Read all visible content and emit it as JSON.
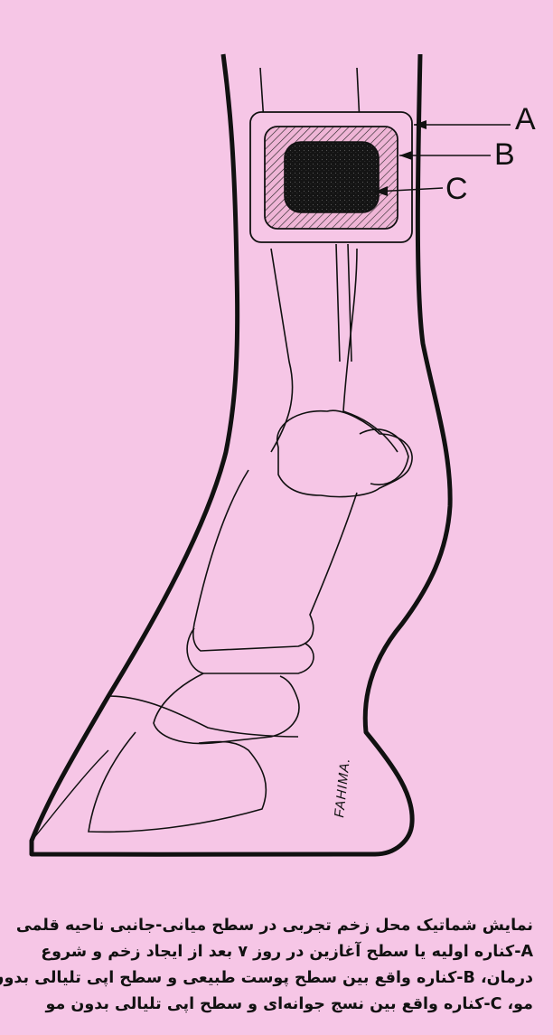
{
  "labels": {
    "a": "A",
    "b": "B",
    "c": "C"
  },
  "signature": "FAHIMA.",
  "caption": {
    "line1": "نمایش شماتیک محل زخم تجربی در سطح میانی-جانبی ناحیه قلمی",
    "line2": "A-کناره اولیه یا سطح آغازین در روز ۷ بعد از ایجاد زخم و شروع",
    "line3": "درمان، B-کناره واقع بین سطح پوست طبیعی و سطح اپی تلیالی بدون",
    "line4": "مو، C-کناره واقع بین نسج جوانه‌ای و سطح اپی تلیالی بدون مو"
  },
  "colors": {
    "background": "#f6c6e6",
    "ink": "#111111",
    "wound": "#f1b7d8"
  }
}
